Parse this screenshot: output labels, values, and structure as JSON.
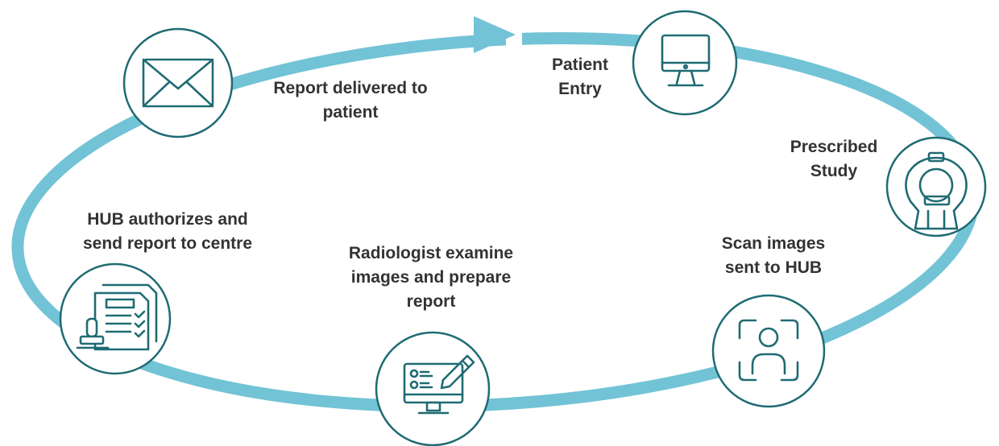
{
  "diagram": {
    "colors": {
      "cycle_stroke": "#73c3d6",
      "node_border": "#1f6b73",
      "node_fill": "#ffffff",
      "icon": "#1f6b73",
      "label_text": "#333333"
    },
    "steps": [
      {
        "id": "patient-entry",
        "icon": "monitor-icon",
        "label_lines": [
          "Patient",
          "Entry"
        ]
      },
      {
        "id": "prescribed-study",
        "icon": "mri-scanner-icon",
        "label_lines": [
          "Prescribed",
          "Study"
        ]
      },
      {
        "id": "scan-images",
        "icon": "face-scan-icon",
        "label_lines": [
          "Scan images",
          "sent to HUB"
        ]
      },
      {
        "id": "radiologist",
        "icon": "checklist-edit-icon",
        "label_lines": [
          "Radiologist examine",
          "images and prepare",
          "report"
        ]
      },
      {
        "id": "hub-authorizes",
        "icon": "stamp-document-icon",
        "label_lines": [
          "HUB authorizes and",
          "send report to centre"
        ]
      },
      {
        "id": "report-delivered",
        "icon": "envelope-icon",
        "label_lines": [
          "Report delivered to",
          "patient"
        ]
      }
    ]
  }
}
